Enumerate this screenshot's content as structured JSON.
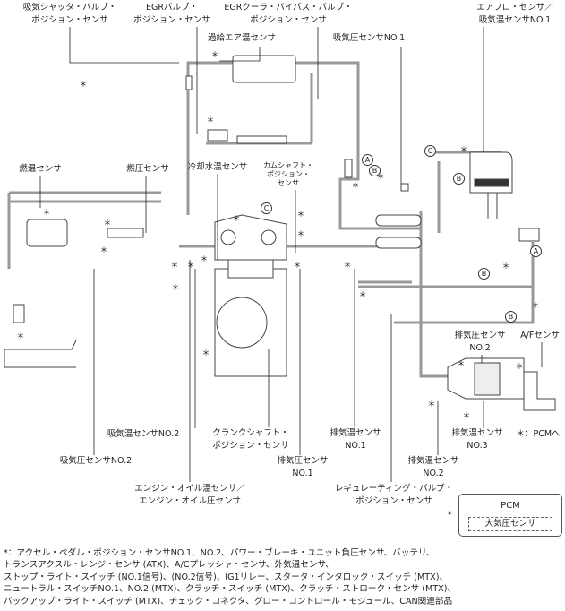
{
  "labels": {
    "intake_shutter": [
      "吸気シャッタ・バルブ・",
      "ポジション・センサ"
    ],
    "egr_valve": [
      "EGRバルブ・",
      "ポジション・センサ"
    ],
    "egr_cooler_bypass": [
      "EGRクーラ・バイパス・バルブ・",
      "ポジション・センサ"
    ],
    "boost_air_temp": "過給エア温センサ",
    "map_no1": "吸気圧センサNO.1",
    "maf_iat1": [
      "エアフロ・センサ／",
      "吸気温センサNO.1"
    ],
    "fuel_temp": "燃温センサ",
    "fuel_pressure": "燃圧センサ",
    "coolant_temp": "冷却水温センサ",
    "camshaft": [
      "カムシャフト・",
      "ポジション・",
      "センサ"
    ],
    "exhaust_pressure_no2": [
      "排気圧センサ",
      "NO.2"
    ],
    "af_sensor": "A/Fセンサ",
    "iat_no2": "吸気温センサNO.2",
    "map_no2": "吸気圧センサNO.2",
    "crankshaft": [
      "クランクシャフト・",
      "ポジション・センサ"
    ],
    "exhaust_temp_no1": [
      "排気温センサ",
      "NO.1"
    ],
    "exhaust_pressure_no1": [
      "排気圧センサ",
      "NO.1"
    ],
    "exhaust_temp_no3": [
      "排気温センサ",
      "NO.3"
    ],
    "exhaust_temp_no2": [
      "排気温センサ",
      "NO.2"
    ],
    "oil": [
      "エンジン・オイル温センサ／",
      "エンジン・オイル圧センサ"
    ],
    "regulating_valve": [
      "レギュレーティング・バルブ・",
      "ポジション・センサ"
    ],
    "to_pcm": "＊：PCMへ"
  },
  "connectors": {
    "a": "A",
    "b": "B",
    "c": "C"
  },
  "star_symbol": "＊",
  "pcm": {
    "title": "PCM",
    "inner": "大気圧センサ",
    "star": "*"
  },
  "notes": [
    "*：アクセル・ペダル・ポジション・センサNO.1、NO.2、パワー・ブレーキ・ユニット負圧センサ、バッテリ、",
    "トランスアクスル・レンジ・センサ (ATX)、A/Cプレッシャ・センサ、外気温センサ、",
    "ストップ・ライト・スイッチ (NO.1信号)、(NO.2信号)、IG1リレー、スタータ・インタロック・スイッチ (MTX)、",
    "ニュートラル・スイッチNO.1、NO.2 (MTX)、クラッチ・スイッチ (MTX)、クラッチ・ストローク・センサ (MTX)、",
    "バックアップ・ライト・スイッチ (MTX)、チェック・コネクタ、グロー・コントロール・モジュール、CAN関連部品"
  ]
}
